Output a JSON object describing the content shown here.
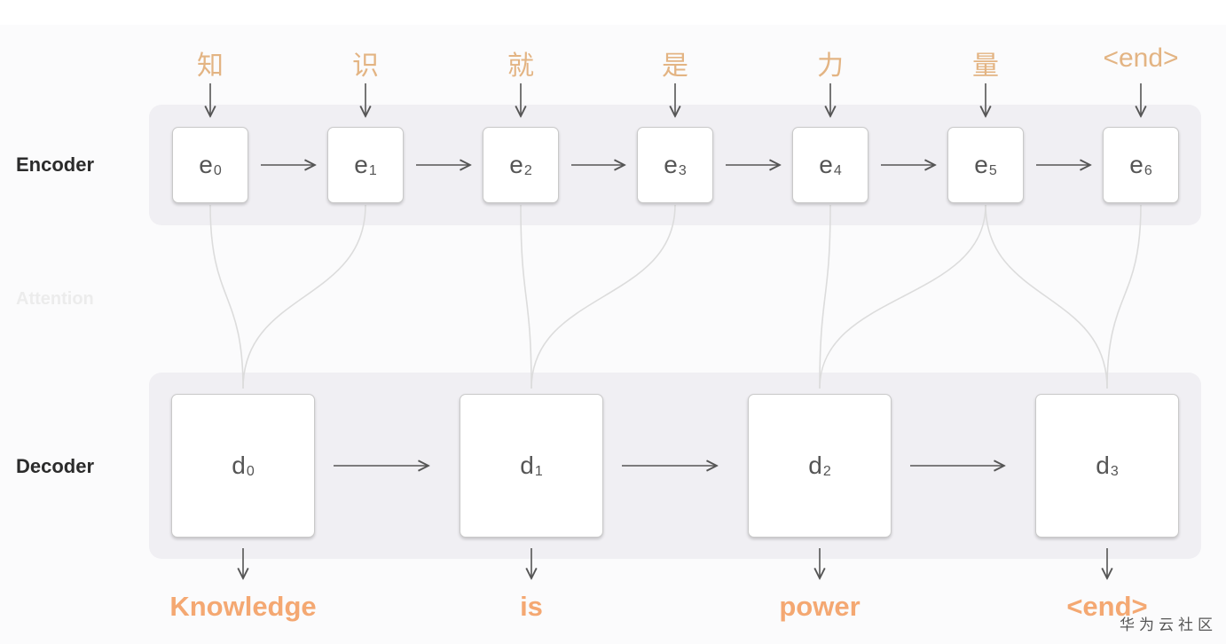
{
  "labels": {
    "encoder": "Encoder",
    "decoder": "Decoder",
    "attention": "Attention"
  },
  "encoder": {
    "inputs": [
      "知",
      "识",
      "就",
      "是",
      "力",
      "量",
      "<end>"
    ],
    "states": [
      {
        "name": "e",
        "sub": "0"
      },
      {
        "name": "e",
        "sub": "1"
      },
      {
        "name": "e",
        "sub": "2"
      },
      {
        "name": "e",
        "sub": "3"
      },
      {
        "name": "e",
        "sub": "4"
      },
      {
        "name": "e",
        "sub": "5"
      },
      {
        "name": "e",
        "sub": "6"
      }
    ]
  },
  "decoder": {
    "states": [
      {
        "name": "d",
        "sub": "0"
      },
      {
        "name": "d",
        "sub": "1"
      },
      {
        "name": "d",
        "sub": "2"
      },
      {
        "name": "d",
        "sub": "3"
      }
    ],
    "outputs": [
      "Knowledge",
      "is",
      "power",
      "<end>"
    ]
  },
  "attention_links": [
    {
      "from": 0,
      "to": 0
    },
    {
      "from": 1,
      "to": 0
    },
    {
      "from": 2,
      "to": 1
    },
    {
      "from": 3,
      "to": 1
    },
    {
      "from": 4,
      "to": 2
    },
    {
      "from": 5,
      "to": 2
    },
    {
      "from": 5,
      "to": 3
    },
    {
      "from": 6,
      "to": 3
    }
  ],
  "colors": {
    "input_token": "#e3b483",
    "output_token": "#f4a872",
    "band": "#f0eff3",
    "arrow": "#555555"
  },
  "watermark": "华为云社区"
}
